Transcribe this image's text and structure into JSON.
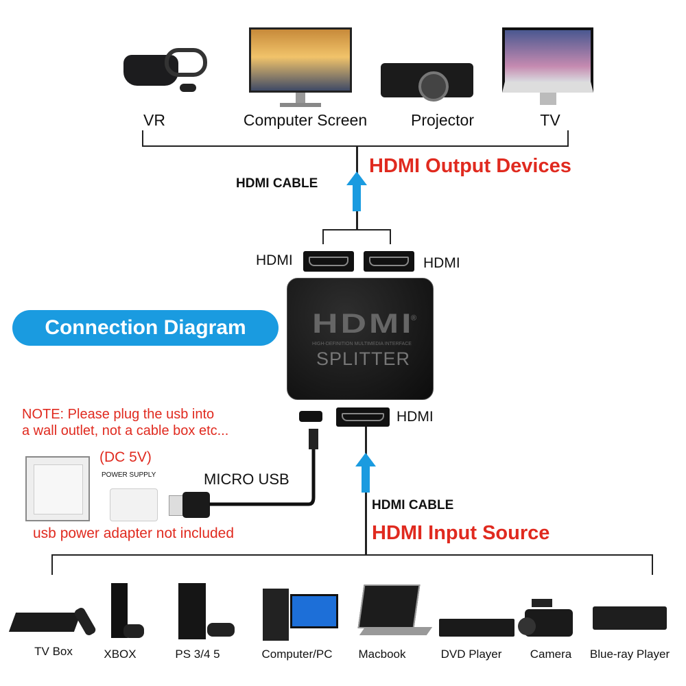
{
  "output_devices": [
    {
      "label": "VR",
      "icon": "vr-headset-icon"
    },
    {
      "label": "Computer Screen",
      "icon": "monitor-icon"
    },
    {
      "label": "Projector",
      "icon": "projector-icon"
    },
    {
      "label": "TV",
      "icon": "imac-icon"
    }
  ],
  "top_cable_label": "HDMI CABLE",
  "output_title": "HDMI Output Devices",
  "port_labels": {
    "out_left": "HDMI",
    "out_right": "HDMI",
    "input": "HDMI"
  },
  "splitter": {
    "logo": "HDMI",
    "logo_mark": "®",
    "tagline": "HIGH-DEFINITION MULTIMEDIA INTERFACE",
    "name": "SPLITTER"
  },
  "badge": "Connection Diagram",
  "note": [
    "NOTE: Please plug the usb into",
    "a wall outlet, not a cable box etc..."
  ],
  "power": {
    "voltage": "(DC 5V)",
    "supply": "POWER SUPPLY",
    "disclaimer": "usb power adapter not included",
    "cable": "MICRO USB"
  },
  "bottom_cable_label": "HDMI CABLE",
  "input_title": "HDMI Input Source",
  "input_devices": [
    {
      "label": "TV Box"
    },
    {
      "label": "XBOX"
    },
    {
      "label": "PS 3/4 5"
    },
    {
      "label": "Computer/PC"
    },
    {
      "label": "Macbook"
    },
    {
      "label": "DVD Player"
    },
    {
      "label": "Camera"
    },
    {
      "label": "Blue-ray Player"
    }
  ],
  "colors": {
    "red": "#e02a1f",
    "blue": "#1a9be0"
  }
}
